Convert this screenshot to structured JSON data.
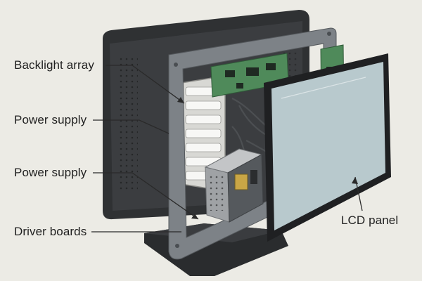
{
  "labels": {
    "backlight_array": "Backlight array",
    "power_supply_upper": "Power supply",
    "power_supply_lower": "Power supply",
    "driver_boards": "Driver boards",
    "lcd_panel": "LCD panel"
  },
  "colors": {
    "background": "#ecebe5",
    "housing": "#2f3133",
    "frame": "#7d8287",
    "pcb": "#4f8a5a",
    "lcd_glass": "#c9dbe0",
    "led_strip": "#f2f2f0",
    "psu_body": "#a9acae",
    "capacitor": "#c9a646",
    "leader_line": "#2a2a2a"
  }
}
